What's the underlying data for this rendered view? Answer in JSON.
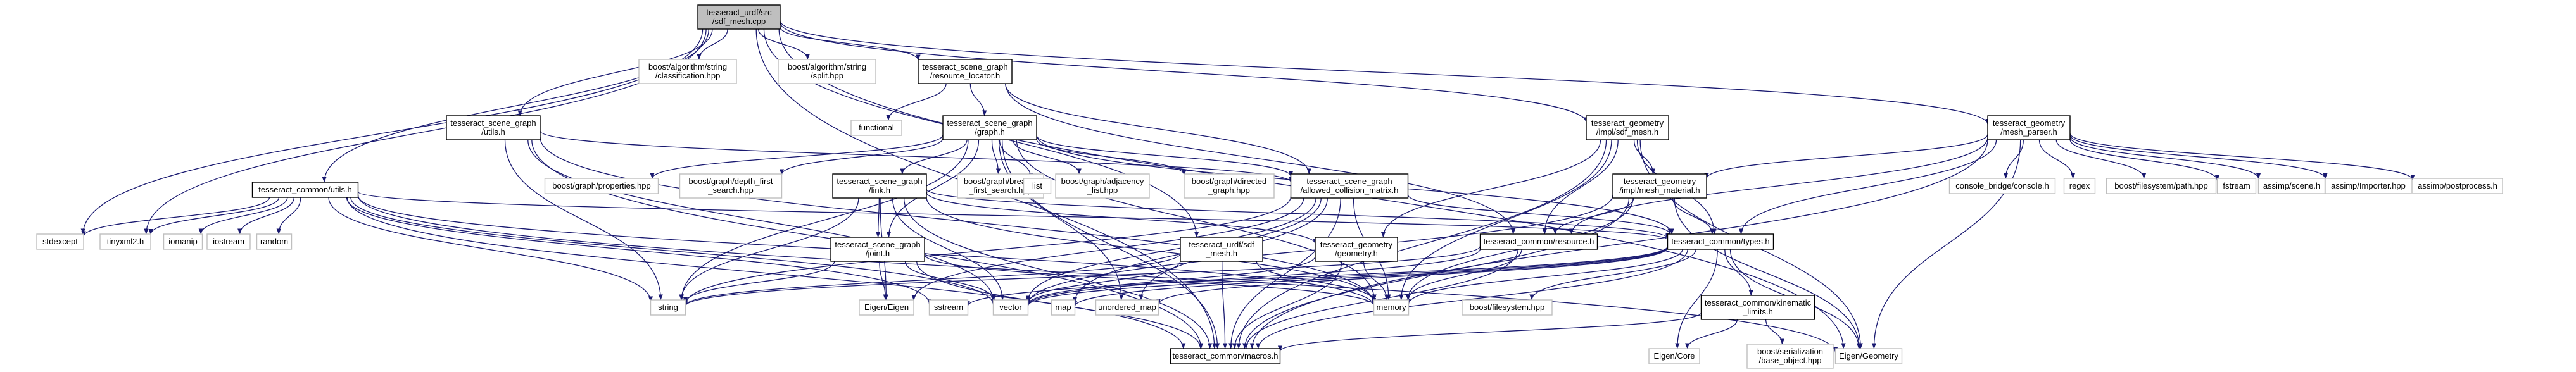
{
  "colors": {
    "edge": "#191970",
    "box_border": "#000000",
    "ext_border": "#bfbfbf",
    "root_fill": "#bfbfbf",
    "node_fill": "#ffffff",
    "text": "#000000"
  },
  "graph": {
    "nodes": [
      {
        "id": "root",
        "kind": "root",
        "lines": [
          "tesseract_urdf/src",
          "/sdf_mesh.cpp"
        ]
      },
      {
        "id": "classification",
        "kind": "ext",
        "lines": [
          "boost/algorithm/string",
          "/classification.hpp"
        ]
      },
      {
        "id": "split",
        "kind": "ext",
        "lines": [
          "boost/algorithm/string",
          "/split.hpp"
        ]
      },
      {
        "id": "resource_locator",
        "kind": "box",
        "lines": [
          "tesseract_scene_graph",
          "/resource_locator.h"
        ]
      },
      {
        "id": "functional",
        "kind": "ext",
        "lines": [
          "functional"
        ]
      },
      {
        "id": "graph_h",
        "kind": "box",
        "lines": [
          "tesseract_scene_graph",
          "/graph.h"
        ]
      },
      {
        "id": "sg_utils",
        "kind": "box",
        "lines": [
          "tesseract_scene_graph",
          "/utils.h"
        ]
      },
      {
        "id": "common_utils",
        "kind": "box",
        "lines": [
          "tesseract_common/utils.h"
        ]
      },
      {
        "id": "properties",
        "kind": "ext",
        "lines": [
          "boost/graph/properties.hpp"
        ]
      },
      {
        "id": "depth_first",
        "kind": "ext",
        "lines": [
          "boost/graph/depth_first",
          "_search.hpp"
        ]
      },
      {
        "id": "link_h",
        "kind": "box",
        "lines": [
          "tesseract_scene_graph",
          "/link.h"
        ]
      },
      {
        "id": "breadth_first",
        "kind": "ext",
        "lines": [
          "boost/graph/breadth",
          "_first_search.hpp"
        ]
      },
      {
        "id": "list",
        "kind": "ext",
        "lines": [
          "list"
        ]
      },
      {
        "id": "adjacency",
        "kind": "ext",
        "lines": [
          "boost/graph/adjacency",
          "_list.hpp"
        ]
      },
      {
        "id": "directed",
        "kind": "ext",
        "lines": [
          "boost/graph/directed",
          "_graph.hpp"
        ]
      },
      {
        "id": "acm",
        "kind": "box",
        "lines": [
          "tesseract_scene_graph",
          "/allowed_collision_matrix.h"
        ]
      },
      {
        "id": "sdf_mesh_h",
        "kind": "box",
        "lines": [
          "tesseract_geometry",
          "/impl/sdf_mesh.h"
        ]
      },
      {
        "id": "mesh_parser",
        "kind": "box",
        "lines": [
          "tesseract_geometry",
          "/mesh_parser.h"
        ]
      },
      {
        "id": "urdf_sdf_mesh",
        "kind": "box",
        "lines": [
          "tesseract_urdf/sdf",
          "_mesh.h"
        ]
      },
      {
        "id": "mesh_material",
        "kind": "box",
        "lines": [
          "tesseract_geometry",
          "/impl/mesh_material.h"
        ]
      },
      {
        "id": "console",
        "kind": "ext",
        "lines": [
          "console_bridge/console.h"
        ]
      },
      {
        "id": "regex",
        "kind": "ext",
        "lines": [
          "regex"
        ]
      },
      {
        "id": "fs_path",
        "kind": "ext",
        "lines": [
          "boost/filesystem/path.hpp"
        ]
      },
      {
        "id": "fstream",
        "kind": "ext",
        "lines": [
          "fstream"
        ]
      },
      {
        "id": "assimp_scene",
        "kind": "ext",
        "lines": [
          "assimp/scene.h"
        ]
      },
      {
        "id": "assimp_importer",
        "kind": "ext",
        "lines": [
          "assimp/Importer.hpp"
        ]
      },
      {
        "id": "assimp_postprocess",
        "kind": "ext",
        "lines": [
          "assimp/postprocess.h"
        ]
      },
      {
        "id": "resource_h",
        "kind": "box",
        "lines": [
          "tesseract_common/resource.h"
        ]
      },
      {
        "id": "types_h",
        "kind": "box",
        "lines": [
          "tesseract_common/types.h"
        ]
      },
      {
        "id": "joint_h",
        "kind": "box",
        "lines": [
          "tesseract_scene_graph",
          "/joint.h"
        ]
      },
      {
        "id": "geometry_h",
        "kind": "box",
        "lines": [
          "tesseract_geometry",
          "/geometry.h"
        ]
      },
      {
        "id": "stdexcept",
        "kind": "ext",
        "lines": [
          "stdexcept"
        ]
      },
      {
        "id": "tinyxml2",
        "kind": "ext",
        "lines": [
          "tinyxml2.h"
        ]
      },
      {
        "id": "iomanip",
        "kind": "ext",
        "lines": [
          "iomanip"
        ]
      },
      {
        "id": "iostream",
        "kind": "ext",
        "lines": [
          "iostream"
        ]
      },
      {
        "id": "random",
        "kind": "ext",
        "lines": [
          "random"
        ]
      },
      {
        "id": "string",
        "kind": "ext",
        "lines": [
          "string"
        ]
      },
      {
        "id": "eigen_eigen",
        "kind": "ext",
        "lines": [
          "Eigen/Eigen"
        ]
      },
      {
        "id": "sstream",
        "kind": "ext",
        "lines": [
          "sstream"
        ]
      },
      {
        "id": "vector",
        "kind": "ext",
        "lines": [
          "vector"
        ]
      },
      {
        "id": "map",
        "kind": "ext",
        "lines": [
          "map"
        ]
      },
      {
        "id": "unordered_map",
        "kind": "ext",
        "lines": [
          "unordered_map"
        ]
      },
      {
        "id": "memory",
        "kind": "ext",
        "lines": [
          "memory"
        ]
      },
      {
        "id": "fs_hpp",
        "kind": "ext",
        "lines": [
          "boost/filesystem.hpp"
        ]
      },
      {
        "id": "kinematic_limits",
        "kind": "box",
        "lines": [
          "tesseract_common/kinematic",
          "_limits.h"
        ]
      },
      {
        "id": "macros",
        "kind": "box",
        "lines": [
          "tesseract_common/macros.h"
        ]
      },
      {
        "id": "eigen_core",
        "kind": "ext",
        "lines": [
          "Eigen/Core"
        ]
      },
      {
        "id": "base_object",
        "kind": "ext",
        "lines": [
          "boost/serialization",
          "/base_object.hpp"
        ]
      },
      {
        "id": "eigen_geometry",
        "kind": "ext",
        "lines": [
          "Eigen/Geometry"
        ]
      }
    ],
    "edges": [
      [
        "root",
        "classification"
      ],
      [
        "root",
        "split"
      ],
      [
        "root",
        "resource_locator"
      ],
      [
        "root",
        "sdf_mesh_h"
      ],
      [
        "root",
        "mesh_parser"
      ],
      [
        "root",
        "sg_utils"
      ],
      [
        "root",
        "common_utils"
      ],
      [
        "root",
        "stdexcept"
      ],
      [
        "root",
        "tinyxml2"
      ],
      [
        "root",
        "urdf_sdf_mesh"
      ],
      [
        "root",
        "macros"
      ],
      [
        "root",
        "eigen_geometry"
      ],
      [
        "resource_locator",
        "functional"
      ],
      [
        "resource_locator",
        "graph_h"
      ],
      [
        "resource_locator",
        "acm"
      ],
      [
        "resource_locator",
        "resource_h"
      ],
      [
        "graph_h",
        "properties"
      ],
      [
        "graph_h",
        "depth_first"
      ],
      [
        "graph_h",
        "link_h"
      ],
      [
        "graph_h",
        "breadth_first"
      ],
      [
        "graph_h",
        "list"
      ],
      [
        "graph_h",
        "adjacency"
      ],
      [
        "graph_h",
        "directed"
      ],
      [
        "graph_h",
        "acm"
      ],
      [
        "graph_h",
        "joint_h"
      ],
      [
        "graph_h",
        "string"
      ],
      [
        "graph_h",
        "unordered_map"
      ],
      [
        "graph_h",
        "memory"
      ],
      [
        "graph_h",
        "macros"
      ],
      [
        "graph_h",
        "types_h"
      ],
      [
        "sg_utils",
        "acm"
      ],
      [
        "sg_utils",
        "string"
      ],
      [
        "sg_utils",
        "vector"
      ],
      [
        "sg_utils",
        "macros"
      ],
      [
        "sg_utils",
        "memory"
      ],
      [
        "common_utils",
        "stdexcept"
      ],
      [
        "common_utils",
        "tinyxml2"
      ],
      [
        "common_utils",
        "iomanip"
      ],
      [
        "common_utils",
        "iostream"
      ],
      [
        "common_utils",
        "random"
      ],
      [
        "common_utils",
        "string"
      ],
      [
        "common_utils",
        "sstream"
      ],
      [
        "common_utils",
        "vector"
      ],
      [
        "common_utils",
        "types_h"
      ],
      [
        "common_utils",
        "macros"
      ],
      [
        "common_utils",
        "eigen_geometry"
      ],
      [
        "common_utils",
        "memory"
      ],
      [
        "link_h",
        "joint_h"
      ],
      [
        "link_h",
        "geometry_h"
      ],
      [
        "link_h",
        "string"
      ],
      [
        "link_h",
        "vector"
      ],
      [
        "link_h",
        "memory"
      ],
      [
        "link_h",
        "macros"
      ],
      [
        "link_h",
        "eigen_eigen"
      ],
      [
        "link_h",
        "types_h"
      ],
      [
        "acm",
        "string"
      ],
      [
        "acm",
        "vector"
      ],
      [
        "acm",
        "unordered_map"
      ],
      [
        "acm",
        "memory"
      ],
      [
        "acm",
        "macros"
      ],
      [
        "acm",
        "types_h"
      ],
      [
        "acm",
        "eigen_eigen"
      ],
      [
        "acm",
        "map"
      ],
      [
        "joint_h",
        "string"
      ],
      [
        "joint_h",
        "vector"
      ],
      [
        "joint_h",
        "memory"
      ],
      [
        "joint_h",
        "eigen_eigen"
      ],
      [
        "joint_h",
        "macros"
      ],
      [
        "geometry_h",
        "memory"
      ],
      [
        "geometry_h",
        "macros"
      ],
      [
        "geometry_h",
        "vector"
      ],
      [
        "sdf_mesh_h",
        "mesh_material"
      ],
      [
        "sdf_mesh_h",
        "resource_h"
      ],
      [
        "sdf_mesh_h",
        "types_h"
      ],
      [
        "sdf_mesh_h",
        "geometry_h"
      ],
      [
        "sdf_mesh_h",
        "macros"
      ],
      [
        "sdf_mesh_h",
        "memory"
      ],
      [
        "sdf_mesh_h",
        "eigen_geometry"
      ],
      [
        "mesh_parser",
        "console"
      ],
      [
        "mesh_parser",
        "regex"
      ],
      [
        "mesh_parser",
        "fs_path"
      ],
      [
        "mesh_parser",
        "fstream"
      ],
      [
        "mesh_parser",
        "assimp_scene"
      ],
      [
        "mesh_parser",
        "assimp_importer"
      ],
      [
        "mesh_parser",
        "assimp_postprocess"
      ],
      [
        "mesh_parser",
        "mesh_material"
      ],
      [
        "mesh_parser",
        "resource_h"
      ],
      [
        "mesh_parser",
        "types_h"
      ],
      [
        "mesh_parser",
        "macros"
      ],
      [
        "mesh_parser",
        "eigen_geometry"
      ],
      [
        "mesh_material",
        "resource_h"
      ],
      [
        "mesh_material",
        "types_h"
      ],
      [
        "mesh_material",
        "memory"
      ],
      [
        "mesh_material",
        "macros"
      ],
      [
        "mesh_material",
        "eigen_geometry"
      ],
      [
        "mesh_material",
        "vector"
      ],
      [
        "urdf_sdf_mesh",
        "memory"
      ],
      [
        "urdf_sdf_mesh",
        "macros"
      ],
      [
        "urdf_sdf_mesh",
        "string"
      ],
      [
        "urdf_sdf_mesh",
        "vector"
      ],
      [
        "resource_h",
        "vector"
      ],
      [
        "resource_h",
        "memory"
      ],
      [
        "resource_h",
        "macros"
      ],
      [
        "resource_h",
        "string"
      ],
      [
        "types_h",
        "vector"
      ],
      [
        "types_h",
        "map"
      ],
      [
        "types_h",
        "unordered_map"
      ],
      [
        "types_h",
        "memory"
      ],
      [
        "types_h",
        "fs_hpp"
      ],
      [
        "types_h",
        "kinematic_limits"
      ],
      [
        "types_h",
        "eigen_core"
      ],
      [
        "types_h",
        "eigen_geometry"
      ],
      [
        "types_h",
        "macros"
      ],
      [
        "types_h",
        "sstream"
      ],
      [
        "kinematic_limits",
        "macros"
      ],
      [
        "kinematic_limits",
        "eigen_core"
      ],
      [
        "kinematic_limits",
        "base_object"
      ]
    ]
  }
}
